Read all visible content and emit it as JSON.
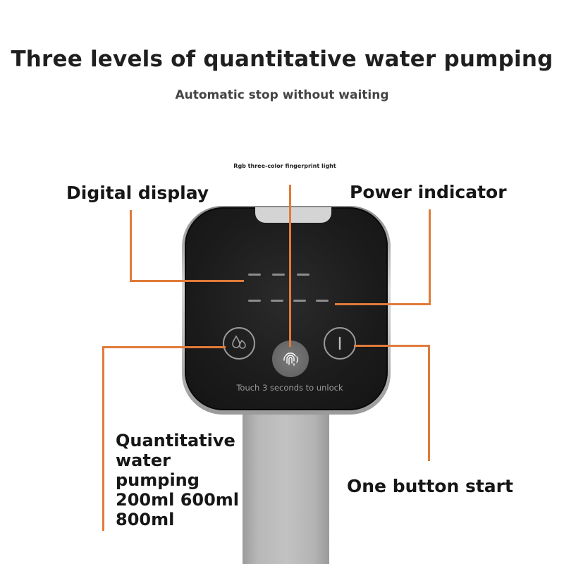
{
  "title": "Three levels of quantitative water pumping",
  "subtitle": "Automatic stop without waiting",
  "fingerprint_light_label": "Rgb three-color fingerprint light",
  "labels": {
    "digital_display": "Digital display",
    "power_indicator": "Power indicator",
    "one_button_start": "One button start",
    "quantitative_lines": [
      "Quantitative",
      "water",
      "pumping",
      "200ml 600ml",
      "800ml"
    ]
  },
  "device": {
    "touch_hint": "Touch 3 seconds to unlock",
    "icons": [
      "water-drop-icon",
      "fingerprint-icon",
      "power-icon"
    ]
  },
  "colors": {
    "callout_line": "#e07b39",
    "device_body": "#1b1b1b",
    "stem": "#b8b8b8"
  }
}
